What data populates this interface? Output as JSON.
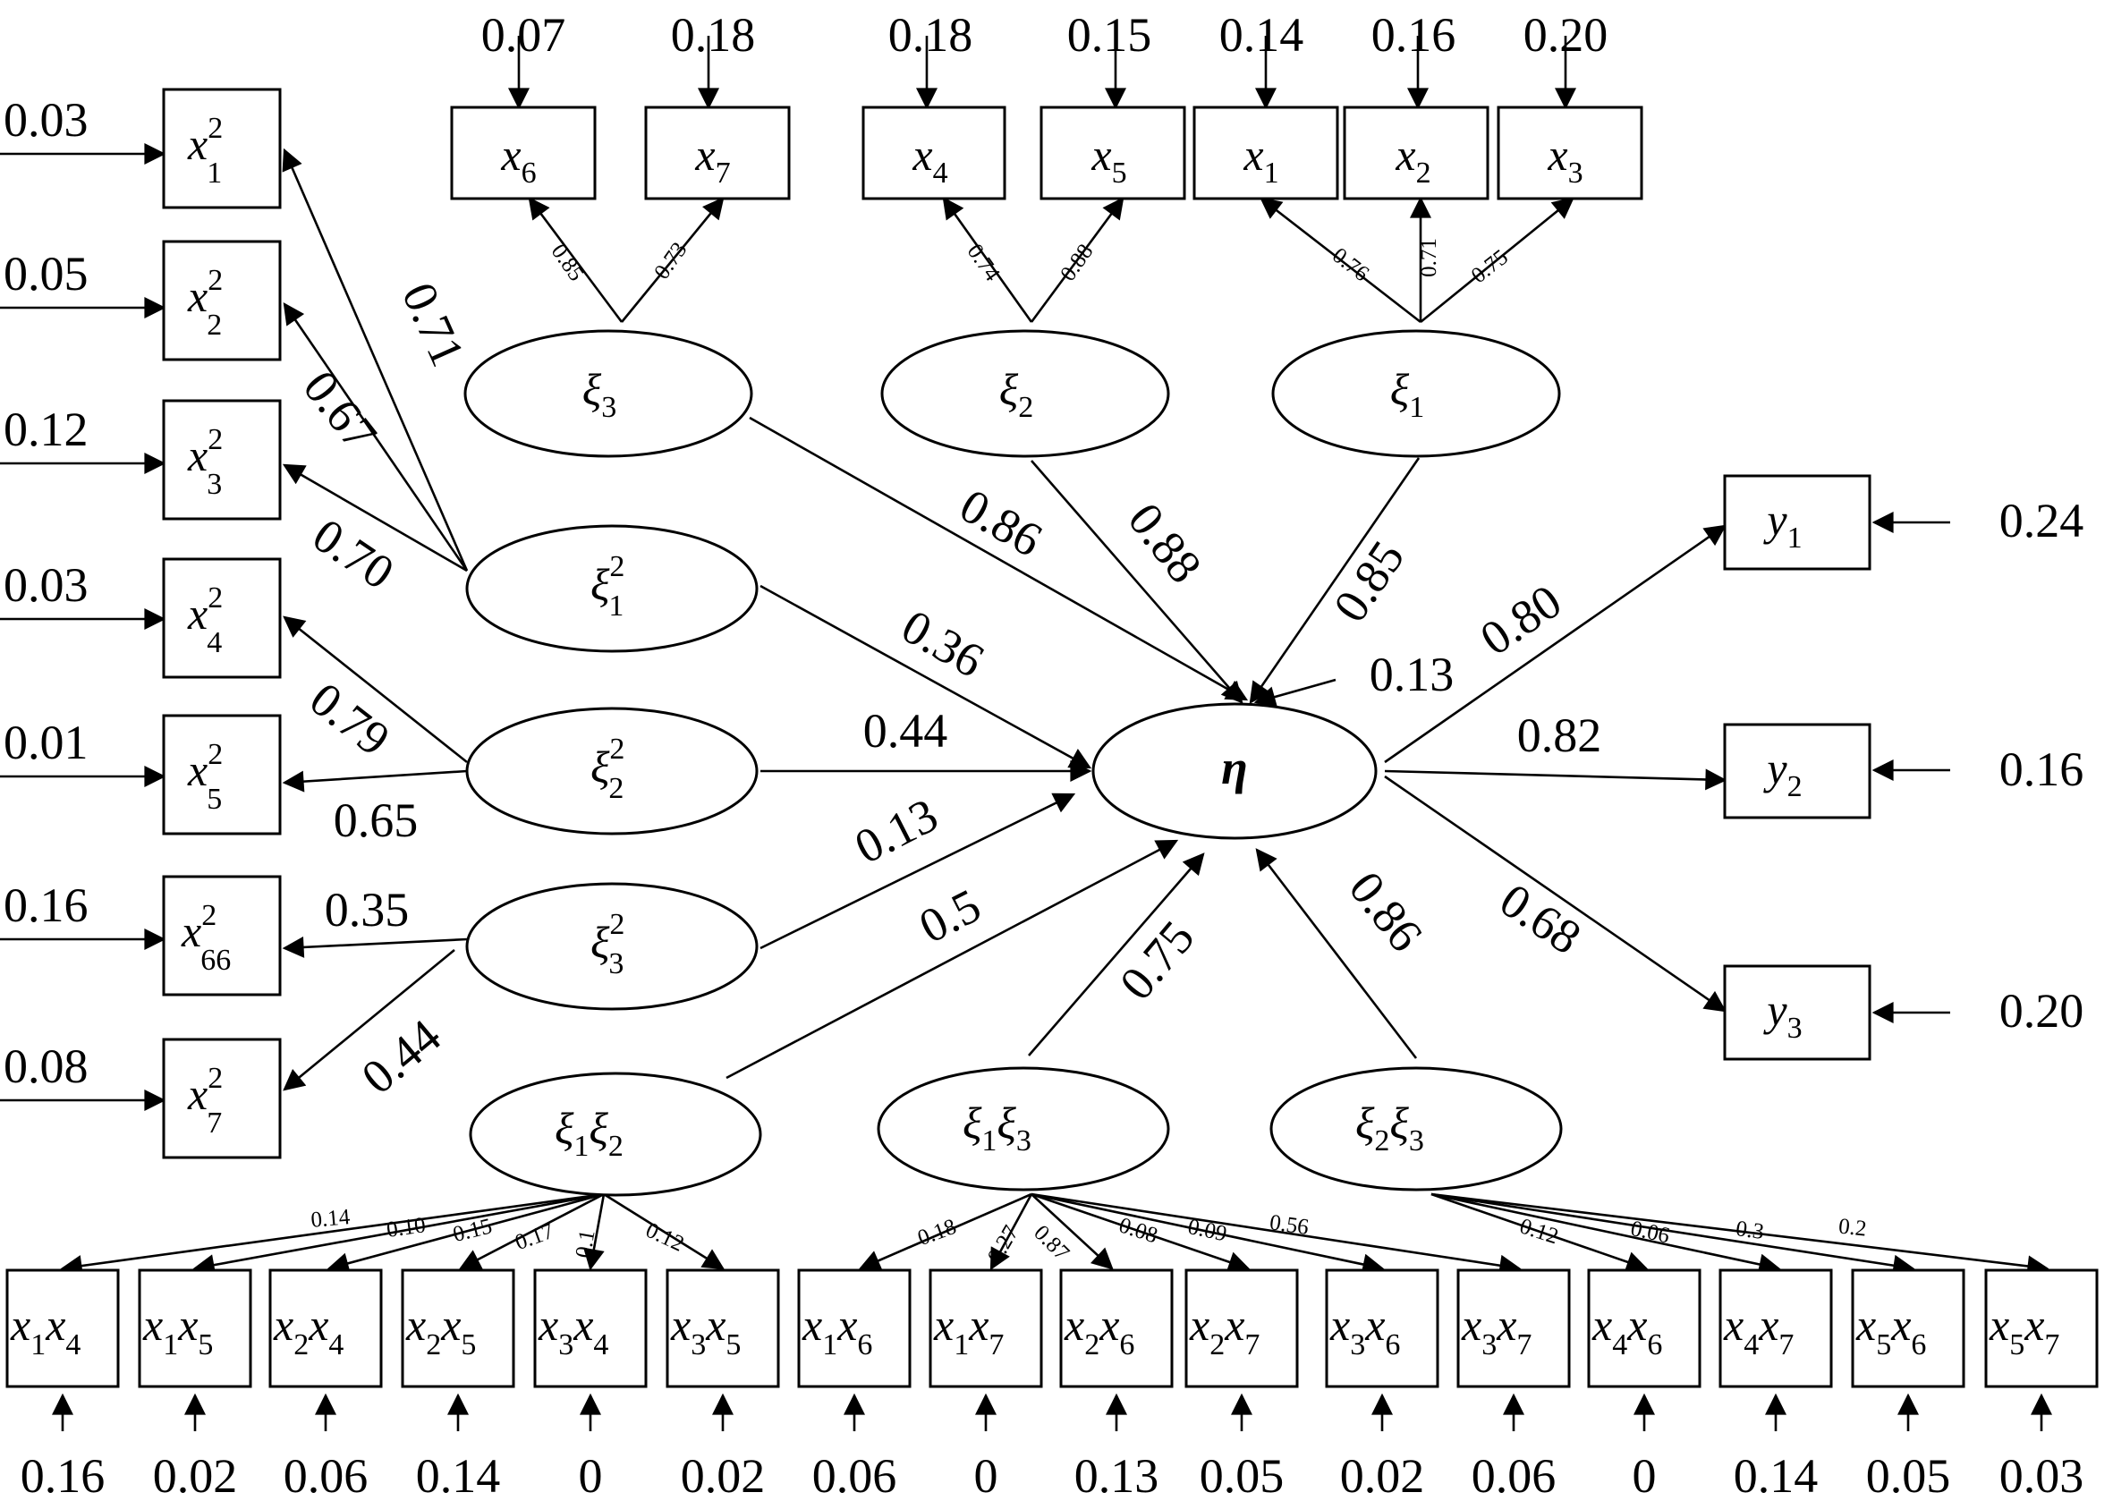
{
  "latent": {
    "xi3": {
      "sym": "ξ",
      "sub": "3"
    },
    "xi2": {
      "sym": "ξ",
      "sub": "2"
    },
    "xi1": {
      "sym": "ξ",
      "sub": "1"
    },
    "xi1sq": {
      "sym": "ξ",
      "sub": "1",
      "sup": "2"
    },
    "xi2sq": {
      "sym": "ξ",
      "sub": "2",
      "sup": "2"
    },
    "xi3sq": {
      "sym": "ξ",
      "sub": "3",
      "sup": "2"
    },
    "xi1xi2": {
      "s1": "ξ",
      "b1": "1",
      "s2": "ξ",
      "b2": "2"
    },
    "xi1xi3": {
      "s1": "ξ",
      "b1": "1",
      "s2": "ξ",
      "b2": "3"
    },
    "xi2xi3": {
      "s1": "ξ",
      "b1": "2",
      "s2": "ξ",
      "b2": "3"
    },
    "eta": "η"
  },
  "top_indicators": [
    {
      "sym": "x",
      "sub": "6",
      "error": "0.07"
    },
    {
      "sym": "x",
      "sub": "7",
      "error": "0.18"
    },
    {
      "sym": "x",
      "sub": "4",
      "error": "0.18"
    },
    {
      "sym": "x",
      "sub": "5",
      "error": "0.15"
    },
    {
      "sym": "x",
      "sub": "1",
      "error": "0.14"
    },
    {
      "sym": "x",
      "sub": "2",
      "error": "0.16"
    },
    {
      "sym": "x",
      "sub": "3",
      "error": "0.20"
    }
  ],
  "top_loadings": {
    "x6": "0.85",
    "x7": "0.73",
    "x4": "0.74",
    "x5": "0.88",
    "x1": "0.76",
    "x2": "0.71",
    "x3": "0.75"
  },
  "left_indicators": [
    {
      "sym": "x",
      "sub": "1",
      "sup": "2",
      "error": "0.03"
    },
    {
      "sym": "x",
      "sub": "2",
      "sup": "2",
      "error": "0.05"
    },
    {
      "sym": "x",
      "sub": "3",
      "sup": "2",
      "error": "0.12"
    },
    {
      "sym": "x",
      "sub": "4",
      "sup": "2",
      "error": "0.03"
    },
    {
      "sym": "x",
      "sub": "5",
      "sup": "2",
      "error": "0.01"
    },
    {
      "sym": "x",
      "sub": "66",
      "sup": "2",
      "error": "0.16"
    },
    {
      "sym": "x",
      "sub": "7",
      "sup": "2",
      "error": "0.08"
    }
  ],
  "left_loadings": {
    "x1sq": "0.71",
    "x2sq": "0.67",
    "x3sq": "0.70",
    "x4sq": "0.79",
    "x5sq": "0.65",
    "x6sq": "0.35",
    "x7sq": "0.44"
  },
  "structural": {
    "xi3": "0.86",
    "xi2": "0.88",
    "xi1": "0.85",
    "disturbance": "0.13",
    "xi1sq": "0.36",
    "xi2sq": "0.44",
    "xi3sq": "0.13",
    "xi1xi2": "0.5",
    "xi1xi3": "0.75",
    "xi2xi3": "0.86"
  },
  "outcomes": [
    {
      "sym": "y",
      "sub": "1",
      "loading": "0.80",
      "error": "0.24"
    },
    {
      "sym": "y",
      "sub": "2",
      "loading": "0.82",
      "error": "0.16"
    },
    {
      "sym": "y",
      "sub": "3",
      "loading": "0.68",
      "error": "0.20"
    }
  ],
  "bottom_indicators": [
    {
      "a": "1",
      "b": "4",
      "error": "0.16"
    },
    {
      "a": "1",
      "b": "5",
      "error": "0.02"
    },
    {
      "a": "2",
      "b": "4",
      "error": "0.06"
    },
    {
      "a": "2",
      "b": "5",
      "error": "0.14"
    },
    {
      "a": "3",
      "b": "4",
      "error": "0"
    },
    {
      "a": "3",
      "b": "5",
      "error": "0.02"
    },
    {
      "a": "1",
      "b": "6",
      "error": "0.06"
    },
    {
      "a": "1",
      "b": "7",
      "error": "0"
    },
    {
      "a": "2",
      "b": "6",
      "error": "0.13"
    },
    {
      "a": "2",
      "b": "7",
      "error": "0.05"
    },
    {
      "a": "3",
      "b": "6",
      "error": "0.02"
    },
    {
      "a": "3",
      "b": "7",
      "error": "0.06"
    },
    {
      "a": "4",
      "b": "6",
      "error": "0"
    },
    {
      "a": "4",
      "b": "7",
      "error": "0.14"
    },
    {
      "a": "5",
      "b": "6",
      "error": "0.05"
    },
    {
      "a": "5",
      "b": "7",
      "error": "0.03"
    }
  ],
  "bottom_loadings": {
    "xi1xi2": [
      "0.14",
      "0.10",
      "0.15",
      "0.17",
      "0.1",
      "0.12"
    ],
    "xi1xi3": [
      "0.18",
      "0.27",
      "0.87",
      "0.08",
      "0.09",
      "0.56"
    ],
    "xi2xi3": [
      "0.12",
      "0.06",
      "0.3",
      "0.2"
    ]
  },
  "bottom_x_symbol": "x"
}
